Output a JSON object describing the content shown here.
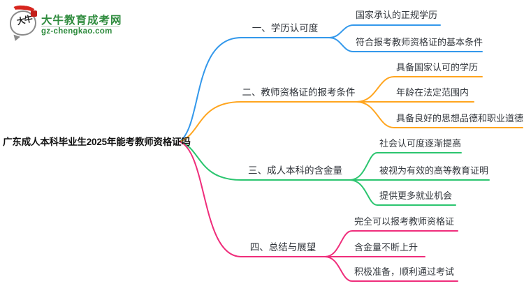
{
  "brand": {
    "bubble_text": "大牛",
    "site_name": "大牛教育成考网",
    "site_domain": "gz-chengkao.com",
    "brand_green": "#2e8b3d",
    "seal_red": "#d7261f"
  },
  "mindmap": {
    "root": {
      "label": "广东成人本科毕业生2025年能考教师资格证吗"
    },
    "branches": [
      {
        "label": "一、学历认可度",
        "color": "#3398eb",
        "children": [
          "国家承认的正规学历",
          "符合报考教师资格证的基本条件"
        ]
      },
      {
        "label": "二、教师资格证的报考条件",
        "color": "#ffa51f",
        "children": [
          "具备国家认可的学历",
          "年龄在法定范围内",
          "具备良好的思想品德和职业道德"
        ]
      },
      {
        "label": "三、成人本科的含金量",
        "color": "#2bc56f",
        "children": [
          "社会认可度逐渐提高",
          "被视为有效的高等教育证明",
          "提供更多就业机会"
        ]
      },
      {
        "label": "四、总结与展望",
        "color": "#ef2d7b",
        "children": [
          "完全可以报考教师资格证",
          "含金量不断上升",
          "积极准备，顺利通过考试"
        ]
      }
    ]
  }
}
